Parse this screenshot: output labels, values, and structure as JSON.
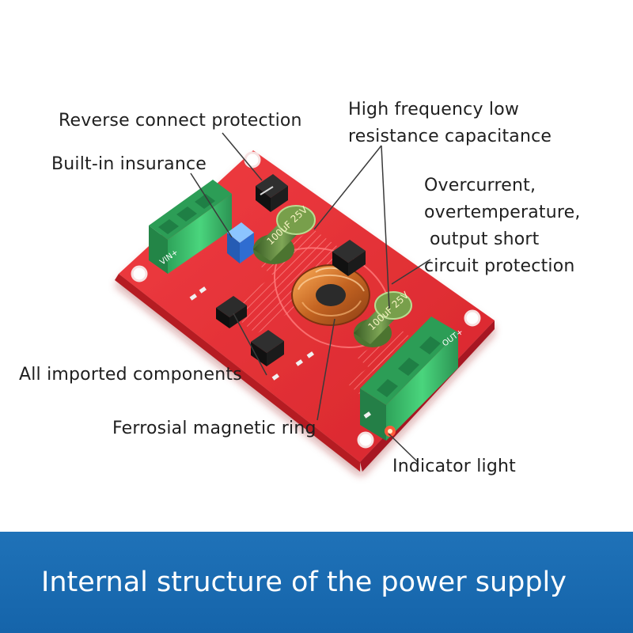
{
  "labels": {
    "reverse_connect": "Reverse connect protection",
    "built_in_insurance": "Built-in insurance",
    "high_frequency_capacitance": [
      "High frequency low",
      "resistance capacitance"
    ],
    "overcurrent_protection": [
      "Overcurrent,",
      "overtemperature,",
      "output short",
      "circuit protection"
    ],
    "all_imported_components": "All imported components",
    "ferrosial_ring": "Ferrosial magnetic ring",
    "indicator_light": "Indicator light"
  },
  "board_markings": {
    "left_connector": "VIN+",
    "right_connector": "OUT+",
    "capacitor_text": "100uF 25V"
  },
  "footer": {
    "title": "Internal structure of the power supply"
  },
  "colors": {
    "pcb_red": "#e92f35",
    "connector_green": "#39c06b",
    "capacitor_green": "#6c8f44",
    "fuse_blue": "#2f6dd1",
    "footer_blue": "#1a6bb1"
  }
}
